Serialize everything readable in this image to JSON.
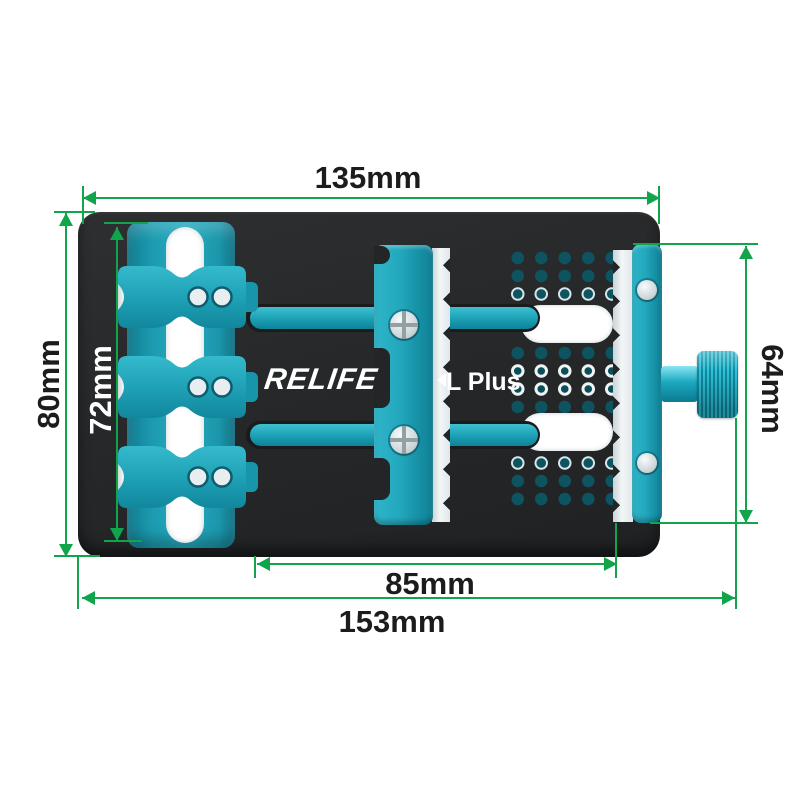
{
  "product": {
    "brand": "RELIFE",
    "model_label": "L Plus"
  },
  "dimensions": {
    "plate_width": "135mm",
    "outer_height": "80mm",
    "clamp_span": "72mm",
    "rail_length": "64mm",
    "inner_span": "85mm",
    "overall_width": "153mm"
  },
  "colors": {
    "dimension_green": "#10a54a",
    "teal_accent": "#23a9bf",
    "plate_dark": "#26282a",
    "background": "#ffffff"
  }
}
